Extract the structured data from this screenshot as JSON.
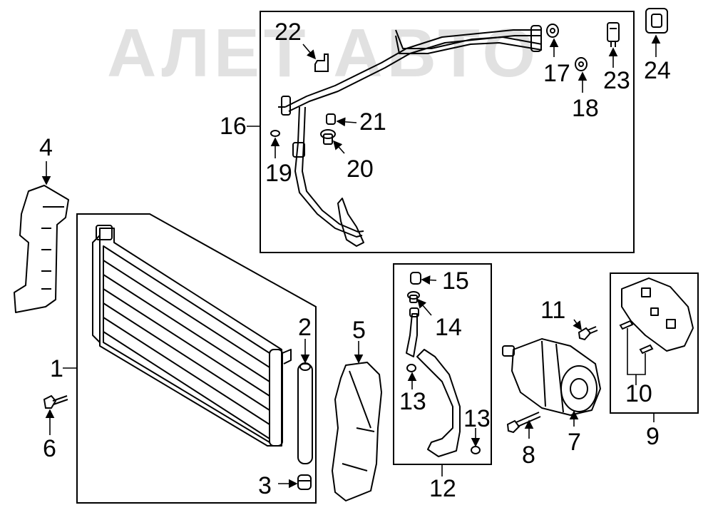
{
  "watermark": "АЛЕТ АВТО",
  "callouts": {
    "c1": "1",
    "c2": "2",
    "c3": "3",
    "c4": "4",
    "c5": "5",
    "c6": "6",
    "c7": "7",
    "c8": "8",
    "c9": "9",
    "c10": "10",
    "c11": "11",
    "c12": "12",
    "c13a": "13",
    "c13b": "13",
    "c14": "14",
    "c15": "15",
    "c16": "16",
    "c17": "17",
    "c18": "18",
    "c19": "19",
    "c20": "20",
    "c21": "21",
    "c22": "22",
    "c23": "23",
    "c24": "24"
  }
}
